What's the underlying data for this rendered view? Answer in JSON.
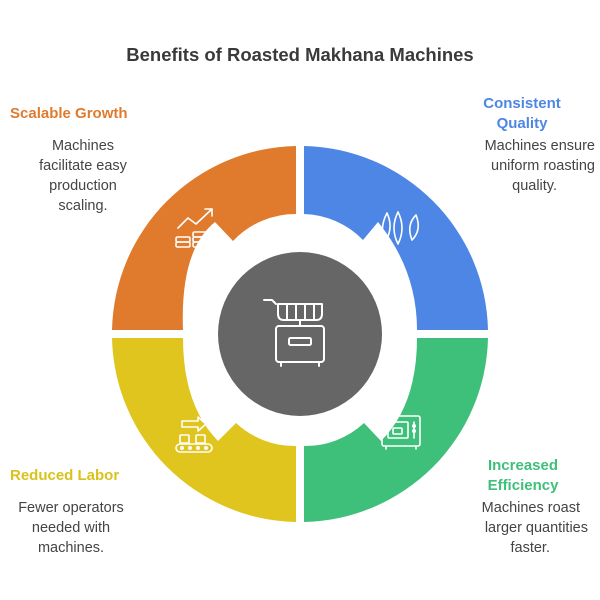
{
  "title": "Benefits of Roasted Makhana Machines",
  "center_icon": "makhana-roasting-machine-icon",
  "segments": [
    {
      "label": "Scalable Growth",
      "description_lines": [
        "Machines",
        "facilitate easy",
        "production",
        "scaling."
      ],
      "color": "#E07B2E",
      "icon": "growth-chart-coins-icon"
    },
    {
      "label_lines": [
        "Consistent",
        "Quality"
      ],
      "description_lines": [
        "Machines ensure",
        "uniform roasting",
        "quality."
      ],
      "color": "#4E86E6",
      "icon": "grains-icon"
    },
    {
      "label": "Reduced Labor",
      "description_lines": [
        "Fewer operators",
        "needed with",
        "machines."
      ],
      "color": "#DFC51D",
      "icon": "conveyor-belt-icon"
    },
    {
      "label_lines": [
        "Increased",
        "Efficiency"
      ],
      "description_lines": [
        "Machines roast",
        "larger quantities",
        "faster."
      ],
      "color": "#3FC07A",
      "icon": "roasting-oven-icon"
    }
  ],
  "center_color": "#666666"
}
